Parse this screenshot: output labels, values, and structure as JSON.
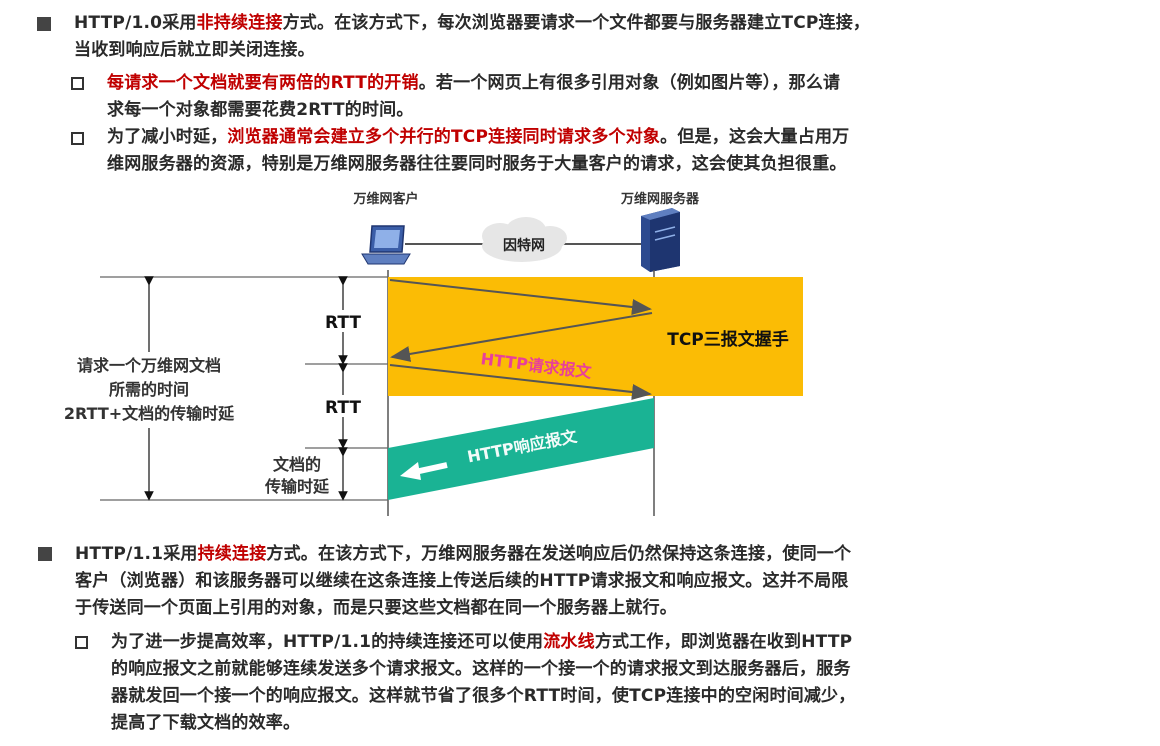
{
  "section1": {
    "line1_pre": "HTTP/1.0采用",
    "line1_red": "非持续连接",
    "line1_post": "方式。在该方式下，每次浏览器要请求一个文件都要与服务器建立TCP连接，",
    "line2": "当收到响应后就立即关闭连接。",
    "sub1_red": "每请求一个文档就要有两倍的RTT的开销",
    "sub1_post": "。若一个网页上有很多引用对象（例如图片等），那么请",
    "sub1_line2": "求每一个对象都需要花费2RTT的时间。",
    "sub2_pre": "为了减小时延，",
    "sub2_red": "浏览器通常会建立多个并行的TCP连接同时请求多个对象",
    "sub2_post": "。但是，这会大量占用万",
    "sub2_line2": "维网服务器的资源，特别是万维网服务器往往要同时服务于大量客户的请求，这会使其负担很重。"
  },
  "diagram": {
    "client_label": "万维网客户",
    "server_label": "万维网服务器",
    "cloud_label": "因特网",
    "rtt1": "RTT",
    "rtt2": "RTT",
    "handshake_label": "TCP三报文握手",
    "request_label": "HTTP请求报文",
    "response_label": "HTTP响应报文",
    "left_line1": "请求一个万维网文档",
    "left_line2": "所需的时间",
    "left_line3": "2RTT+文档的传输时延",
    "doc_line1": "文档的",
    "doc_line2": "传输时延",
    "colors": {
      "handshake": "#fbbc05",
      "response": "#1ab394",
      "request_text": "#e8409a"
    }
  },
  "section2": {
    "line1_pre": "HTTP/1.1采用",
    "line1_red": "持续连接",
    "line1_post": "方式。在该方式下，万维网服务器在发送响应后仍然保持这条连接，使同一个",
    "line2": "客户（浏览器）和该服务器可以继续在这条连接上传送后续的HTTP请求报文和响应报文。这并不局限",
    "line3": "于传送同一个页面上引用的对象，而是只要这些文档都在同一个服务器上就行。",
    "sub1_pre": "为了进一步提高效率，HTTP/1.1的持续连接还可以使用",
    "sub1_red": "流水线",
    "sub1_post": "方式工作，即浏览器在收到HTTP",
    "sub1_line2": "的响应报文之前就能够连续发送多个请求报文。这样的一个接一个的请求报文到达服务器后，服务",
    "sub1_line3": "器就发回一个接一个的响应报文。这样就节省了很多个RTT时间，使TCP连接中的空闲时间减少，",
    "sub1_line4": "提高了下载文档的效率。"
  }
}
